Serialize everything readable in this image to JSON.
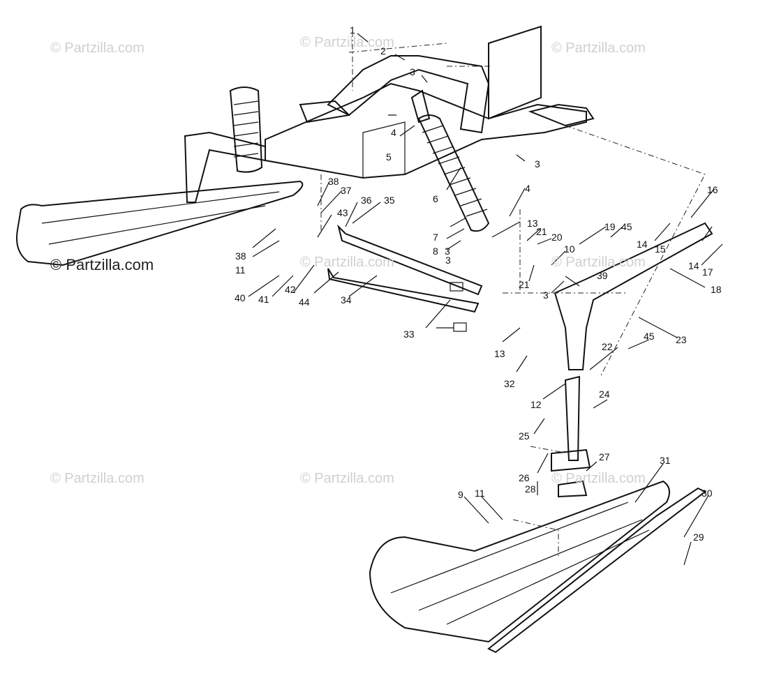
{
  "watermarks": [
    "© Partzilla.com",
    "© Partzilla.com",
    "© Partzilla.com",
    "© Partzilla.com",
    "© Partzilla.com",
    "© Partzilla.com",
    "© Partzilla.com",
    "© Partzilla.com",
    "© Partzilla.com"
  ],
  "watermark_dark": "© Partzilla.com",
  "callouts": [
    "1",
    "2",
    "3",
    "3",
    "4",
    "5",
    "4",
    "3",
    "6",
    "7",
    "8",
    "3",
    "13",
    "21",
    "20",
    "19",
    "45",
    "10",
    "16",
    "14",
    "15",
    "14",
    "17",
    "18",
    "38",
    "37",
    "36",
    "35",
    "43",
    "38",
    "11",
    "40",
    "41",
    "42",
    "44",
    "34",
    "33",
    "21",
    "3",
    "39",
    "13",
    "23",
    "22",
    "45",
    "32",
    "12",
    "24",
    "25",
    "26",
    "27",
    "28",
    "31",
    "9",
    "11",
    "30",
    "29"
  ]
}
